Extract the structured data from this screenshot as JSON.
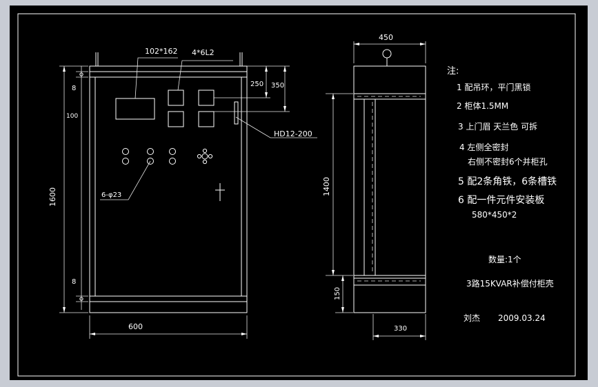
{
  "drawing": {
    "front_view": {
      "dim_width": "600",
      "dim_height": "1600",
      "dim_top_gap": "8",
      "dim_bottom_gap": "8",
      "dim_100": "100",
      "label_window": "102*162",
      "label_meter": "4*6L2",
      "label_holes": "6-φ23",
      "label_handle": "HD12-200",
      "dim_250": "250",
      "dim_350": "350"
    },
    "side_view": {
      "dim_depth": "450",
      "dim_height": "1400",
      "dim_base": "150",
      "dim_bottom": "330"
    },
    "notes": {
      "title": "注:",
      "items": [
        "1 配吊环，平门黑锁",
        "2 柜体1.5MM",
        "3 上门眉 天兰色 可拆",
        "4 左侧全密封",
        "右侧不密封6个并柜孔",
        "5 配2条角铁，6条槽铁",
        "6 配一件元件安装板",
        "580*450*2"
      ],
      "quantity": "数量:1个",
      "product": "3路15KVAR补偿付柜壳",
      "author": "刘杰",
      "date": "2009.03.24"
    }
  },
  "colors": {
    "background": "#000000",
    "frame": "#c8ccd4",
    "line": "#ffffff"
  }
}
